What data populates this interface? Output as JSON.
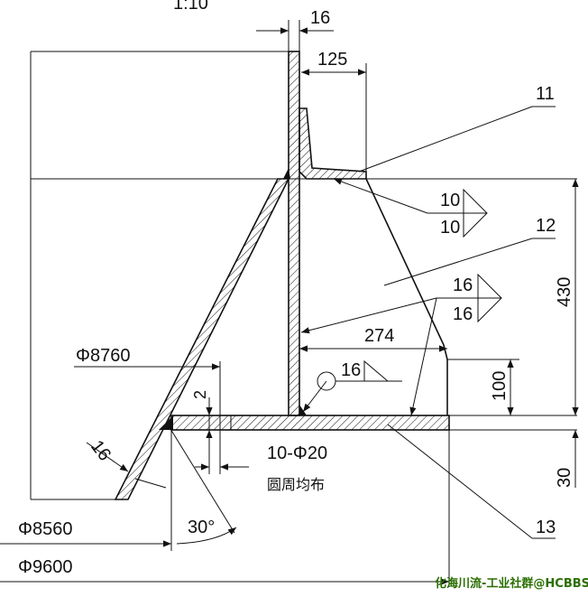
{
  "drawing": {
    "scale_label": "1:10",
    "dims": {
      "web_thickness": "16",
      "flange_width": "125",
      "height": "430",
      "gusset_bottom_width": "274",
      "gusset_edge_height": "100",
      "base_offset": "30",
      "stiffener_thickness": "16",
      "hole_offset": "2",
      "diameter_inner": "Φ8760",
      "diameter_base_inner": "Φ8560",
      "diameter_outer": "Φ9600",
      "angle": "30°"
    },
    "weld_symbols": {
      "upper_top": "10",
      "upper_bottom": "10",
      "middle_top": "16",
      "middle_bottom": "16",
      "bottom": "16"
    },
    "holes": {
      "spec": "10-Φ20",
      "note": "圆周均布"
    },
    "part_numbers": [
      "11",
      "12",
      "13"
    ]
  },
  "watermark": "化海川流-工业社群@HCBBS"
}
